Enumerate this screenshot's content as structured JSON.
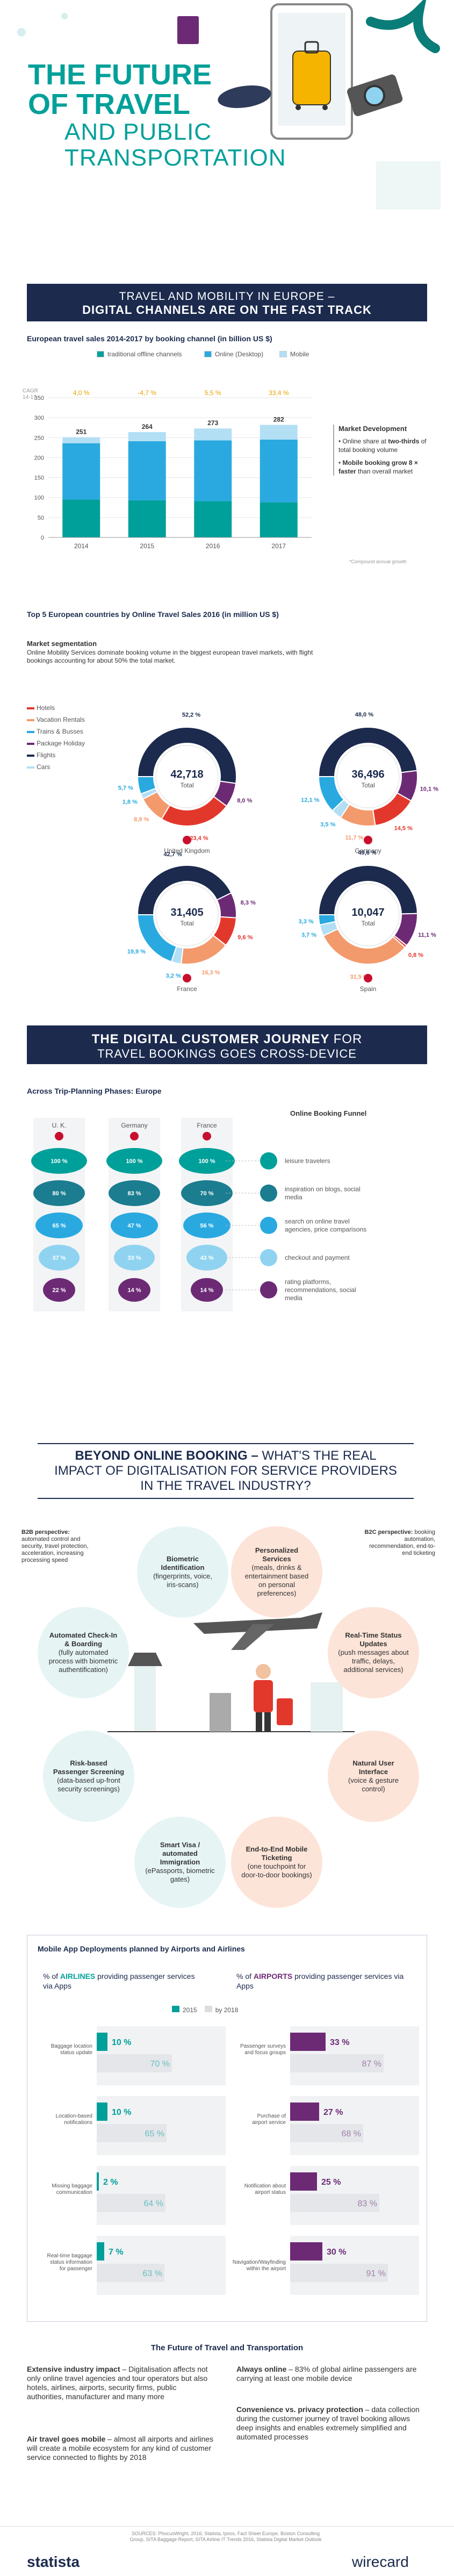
{
  "hero": {
    "title_line1": "THE FUTURE",
    "title_line2": "OF TRAVEL",
    "subtitle_line1": "AND PUBLIC",
    "subtitle_line2": "TRANSPORTATION"
  },
  "section1": {
    "band_line1": "TRAVEL AND MOBILITY IN EUROPE –",
    "band_line2": "DIGITAL CHANNELS ARE ON THE FAST TRACK",
    "sales_title": "European travel sales 2014-2017 by booking channel (in billion US $)",
    "legend": [
      "traditional offline channels",
      "Online (Desktop)",
      "Mobile"
    ],
    "cagr_label": "CAGR\n14-17",
    "market_dev_title": "Market Development",
    "market_dev_1_a": "Online share at ",
    "market_dev_1_b": "two-thirds",
    "market_dev_1_c": " of total booking volume",
    "market_dev_2_a": "Mobile booking grow 8 × faster",
    "market_dev_2_b": " than overall market",
    "footnote": "*Compound annual growth"
  },
  "chart_data": [
    {
      "type": "bar",
      "title": "European travel sales 2014-2017 by booking channel (in billion US $)",
      "categories": [
        "2014",
        "2015",
        "2016",
        "2017"
      ],
      "totals": [
        251,
        264,
        273,
        282
      ],
      "series": [
        {
          "name": "traditional offline channels",
          "values": [
            95,
            93,
            91,
            88
          ]
        },
        {
          "name": "Online (Desktop)",
          "values": [
            141,
            148,
            152,
            157
          ]
        },
        {
          "name": "Mobile",
          "values": [
            15,
            23,
            30,
            37
          ]
        }
      ],
      "cagr": [
        "4,0 %",
        "-4,7 %",
        "5,5 %",
        "33,4 %"
      ],
      "ylim": [
        0,
        350
      ],
      "yticks": [
        0,
        50,
        100,
        150,
        200,
        250,
        300,
        350
      ]
    },
    {
      "type": "pie",
      "title": "Top 5 European countries by Online Travel Sales 2016 (in million US $)",
      "countries": [
        {
          "name": "United Kingdom",
          "total": "42,718",
          "slices": [
            52.2,
            8.0,
            23.4,
            8.9,
            1.8,
            5.7
          ]
        },
        {
          "name": "Germany",
          "total": "36,496",
          "slices": [
            48.0,
            10.1,
            14.5,
            11.7,
            3.5,
            12.1
          ]
        },
        {
          "name": "France",
          "total": "31,405",
          "slices": [
            42.7,
            8.3,
            9.6,
            16.3,
            3.2,
            19.9
          ]
        },
        {
          "name": "Spain",
          "total": "10,047",
          "slices": [
            49.6,
            11.1,
            0.8,
            31.5,
            3.7,
            3.3
          ]
        }
      ],
      "slice_labels": [
        "Flights",
        "Package Holiday",
        "Hotels",
        "Vacation Rentals",
        "Cars",
        "Trains & Busses"
      ],
      "total_label": "Total"
    }
  ],
  "pies": {
    "title": "Top 5 European countries by Online Travel Sales 2016 (in million US $)",
    "segmentation_title": "Market segmentation",
    "segmentation_text": "Online Mobility Services dominate booking volume in the biggest european travel markets, with flight bookings accounting for about 50% the total market.",
    "legend": [
      "Hotels",
      "Vacation Rentals",
      "Trains & Busses",
      "Package Holiday",
      "Flights",
      "Cars"
    ],
    "uk_labels": [
      "52,2 %",
      "8,0 %",
      "23,4 %",
      "8,9 %",
      "1,8 %",
      "5,7 %"
    ],
    "de_labels": [
      "48,0 %",
      "10,1 %",
      "14,5 %",
      "11,7 %",
      "3,5 %",
      "12,1 %"
    ],
    "fr_labels": [
      "42,7 %",
      "8,3 %",
      "9,6 %",
      "16,3 %",
      "3,2 %",
      "19,9 %"
    ],
    "es_labels": [
      "49,6 %",
      "11,1 %",
      "0,8 %",
      "31,5 %",
      "3,7 %",
      "3,3 %"
    ]
  },
  "section2": {
    "band_line1a": "THE DIGITAL CUSTOMER JOURNEY ",
    "band_line1b": "FOR",
    "band_line2": "TRAVEL BOOKINGS GOES CROSS-DEVICE",
    "phases_title": "Across Trip-Planning Phases: Europe",
    "funnel_title": "Online Booking Funnel",
    "countries": [
      "U. K.",
      "Germany",
      "France"
    ],
    "rows": [
      [
        "100 %",
        "100 %",
        "100 %"
      ],
      [
        "80 %",
        "83 %",
        "70 %"
      ],
      [
        "65 %",
        "47 %",
        "56 %"
      ],
      [
        "37 %",
        "33 %",
        "43 %"
      ],
      [
        "22 %",
        "14 %",
        "14 %"
      ]
    ],
    "funnel_items": [
      "leisure travelers",
      "inspiration on blogs, social media",
      "search on online travel agencies, price comparisons",
      "checkout and payment",
      "rating platforms, recommendations, social media"
    ]
  },
  "section3": {
    "heading_line1a": "BEYOND ONLINE BOOKING – ",
    "heading_line1b": "WHAT'S THE REAL",
    "heading_line2": "IMPACT OF DIGITALISATION FOR SERVICE PROVIDERS",
    "heading_line3": "IN THE TRAVEL INDUSTRY?",
    "b2b_bold": "B2B perspective:",
    "b2b_text": " automated control and security, travel protection, acceleration, increasing processing speed",
    "b2c_bold": "B2C perspective:",
    "b2c_text": " booking automation, recommendation, end-to-end ticketing",
    "bubbles": [
      {
        "title": "Biometric Identification",
        "text": "(fingerprints, voice, iris-scans)"
      },
      {
        "title": "Personalized Services",
        "text": "(meals, drinks & entertainment based on personal preferences)"
      },
      {
        "title": "Automated Check-In & Boarding",
        "text": "(fully automated process with biometric authentification)"
      },
      {
        "title": "Real-Time Status Updates",
        "text": "(push messages about traffic, delays, additional services)"
      },
      {
        "title": "Risk-based Passenger Screening",
        "text": "(data-based up-front security screenings)"
      },
      {
        "title": "Natural User Interface",
        "text": "(voice & gesture control)"
      },
      {
        "title": "Smart Visa / automated Immigration",
        "text": "(ePassports, biometric gates)"
      },
      {
        "title": "End-to-End Mobile Ticketing",
        "text": "(one touchpoint for door-to-door bookings)"
      }
    ]
  },
  "section4": {
    "title": "Mobile App Deployments planned by Airports and Airlines",
    "airlines_title_a": "% of ",
    "airlines_title_b": "AIRLINES",
    "airlines_title_c": " providing passenger services via Apps",
    "airports_title_a": "% of ",
    "airports_title_b": "AIRPORTS",
    "airports_title_c": " providing passenger services via Apps",
    "legend": [
      "2015",
      "by 2018"
    ],
    "airlines": [
      {
        "label": "Baggage location status update",
        "v2015": "10 %",
        "v2018": "70 %"
      },
      {
        "label": "Location-based notifications",
        "v2015": "10 %",
        "v2018": "65 %"
      },
      {
        "label": "Missing baggage communication",
        "v2015": "2 %",
        "v2018": "64 %"
      },
      {
        "label": "Real-time baggage status information for passenger",
        "v2015": "7 %",
        "v2018": "63 %"
      }
    ],
    "airports": [
      {
        "label": "Passenger surveys and focus groups",
        "v2015": "33 %",
        "v2018": "87 %"
      },
      {
        "label": "Purchase of airport service",
        "v2015": "27 %",
        "v2018": "68 %"
      },
      {
        "label": "Notification about airport status",
        "v2015": "25 %",
        "v2018": "83 %"
      },
      {
        "label": "Navigation/Wayfinding within the airport",
        "v2015": "30 %",
        "v2018": "91 %"
      }
    ]
  },
  "section5": {
    "title": "The Future of Travel and Transportation",
    "p1_bold": "Extensive industry impact",
    "p1_text": " – Digitalisation affects not only online travel agencies and tour operators but also hotels, airlines, airports, security firms, public authorities, manufacturer and many more",
    "p2_bold": "Air travel goes mobile",
    "p2_text": " – almost all airports and airlines will create a mobile ecosystem for any kind of customer service connected to flights by 2018",
    "p3_bold": "Always online",
    "p3_text": " – 83% of global airline passengers are carrying at least one mobile device",
    "p4_bold": "Convenience vs. privacy protection",
    "p4_text": " – data collection during the customer journey of travel booking allows deep insights and enables extremely simplified and automated processes"
  },
  "footer": {
    "sources": "SOURCES: PhocusWright, 2016; Statista, Ipsos, Fact Sheet Europe, Boston Consulting Group, SITA Baggage Report, SITA Airline IT Trends 2016, Statista Digital Market Outlook",
    "brand_left": "statista",
    "brand_right": "wirecard"
  },
  "colors": {
    "teal": "#00a09a",
    "navy": "#1b2a4d",
    "offline": "#00a09a",
    "desktop": "#29a9e0",
    "mobile": "#b3dff5",
    "red": "#e2382c",
    "orange": "#f39a6c",
    "purple": "#6c2a75"
  }
}
